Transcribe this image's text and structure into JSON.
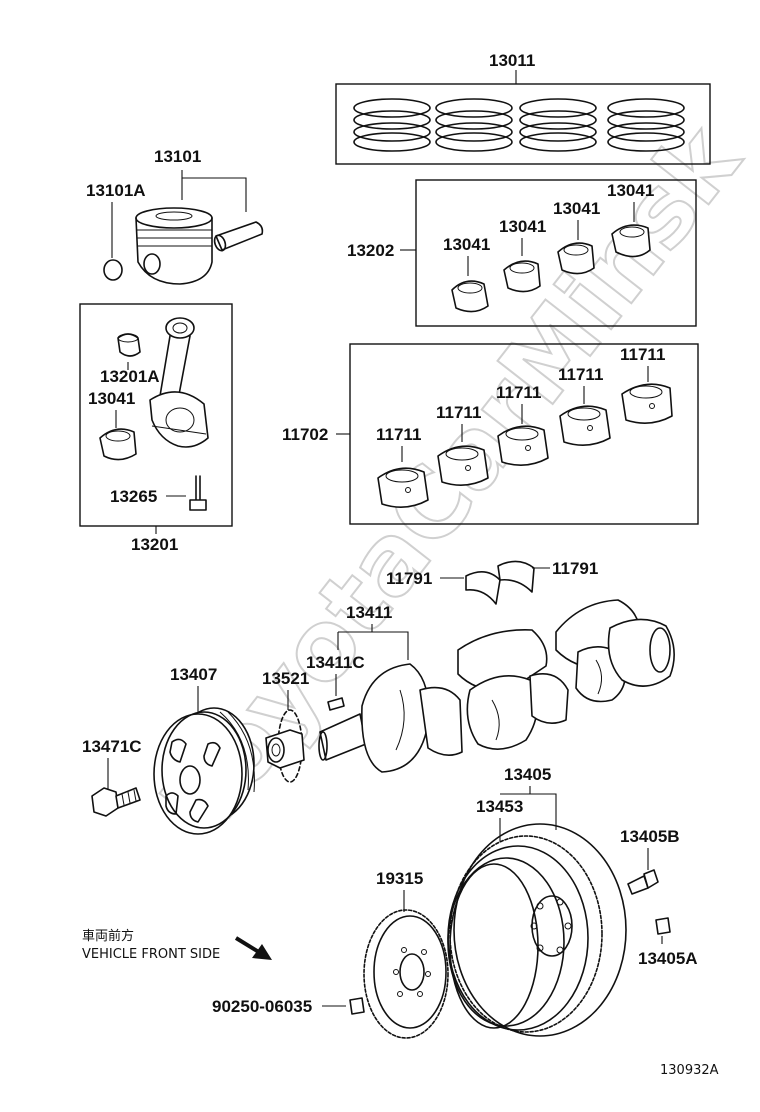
{
  "labels": {
    "p13011": "13011",
    "p13101": "13101",
    "p13101A": "13101A",
    "p13202": "13202",
    "p13041_a": "13041",
    "p13041_b": "13041",
    "p13041_c": "13041",
    "p13041_d": "13041",
    "p13041_e": "13041",
    "p13201A": "13201A",
    "p13265": "13265",
    "p13201": "13201",
    "p11702": "11702",
    "p11711_a": "11711",
    "p11711_b": "11711",
    "p11711_c": "11711",
    "p11711_d": "11711",
    "p11711_e": "11711",
    "p11791_a": "11791",
    "p11791_b": "11791",
    "p13411": "13411",
    "p13411C": "13411C",
    "p13407": "13407",
    "p13521": "13521",
    "p13471C": "13471C",
    "p13405": "13405",
    "p13453": "13453",
    "p13405B": "13405B",
    "p19315": "19315",
    "p13405A": "13405A",
    "p90250": "90250-06035"
  },
  "direction_note": {
    "japanese": "車両前方",
    "english": "VEHICLE FRONT SIDE"
  },
  "figure_id": "130932A",
  "watermark": "ToyotaCarMinsk"
}
